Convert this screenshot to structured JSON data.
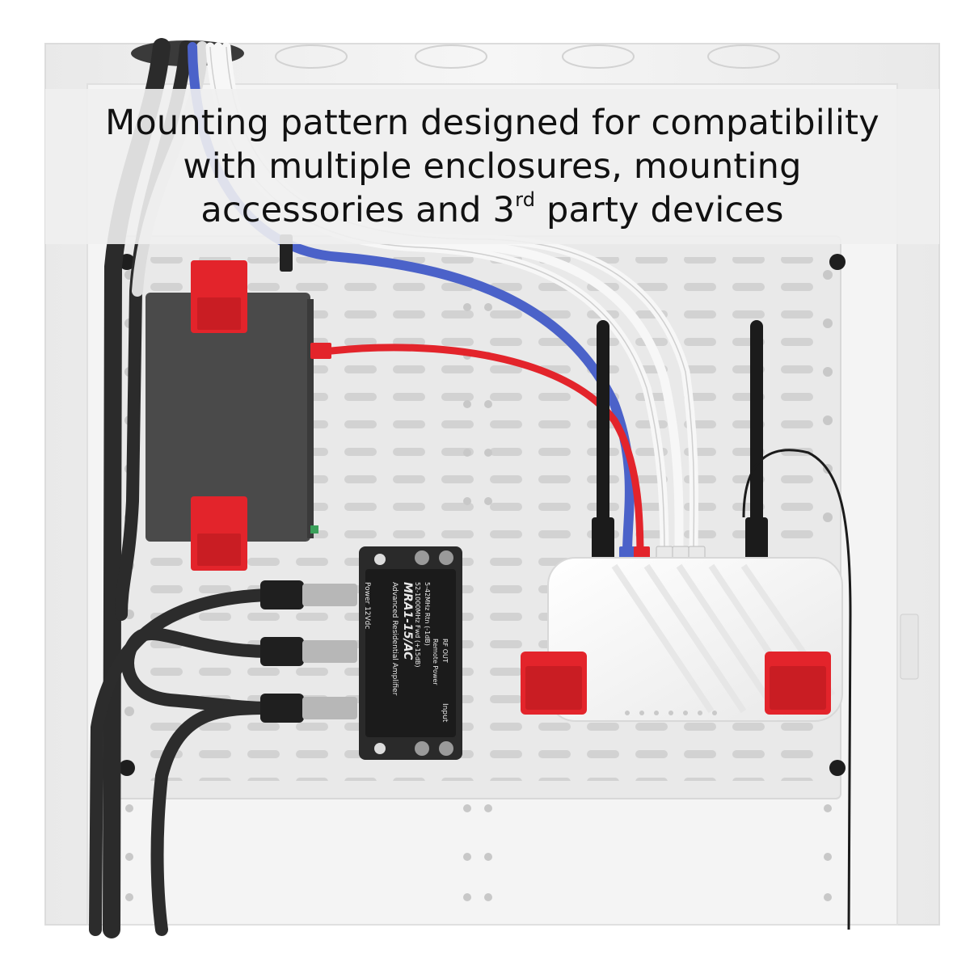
{
  "caption": {
    "line1": "Mounting pattern designed for compatibility",
    "line2": "with multiple enclosures, mounting",
    "line3_before": "accessories and 3",
    "line3_sup": "rd",
    "line3_after": " party devices"
  },
  "amplifier": {
    "title": "Advanced Residential Amplifier",
    "model": "MRA1-15/AC",
    "spec_fwd": "52-1000MHz Fwd (+15dB)",
    "spec_rtn": "5-42MHz Rtn (-1dB)",
    "power": "Power 12Vdc",
    "remote_power": "Remote Power",
    "rf_out": "RF OUT",
    "input": "Input"
  },
  "colors": {
    "enclosure": "#f3f3f3",
    "panel": "#e6e6e6",
    "accent_red": "#e3242b",
    "switch_gray": "#4a4a4a",
    "cable_blue": "#4b62c9",
    "cable_black": "#2a2a2a"
  }
}
